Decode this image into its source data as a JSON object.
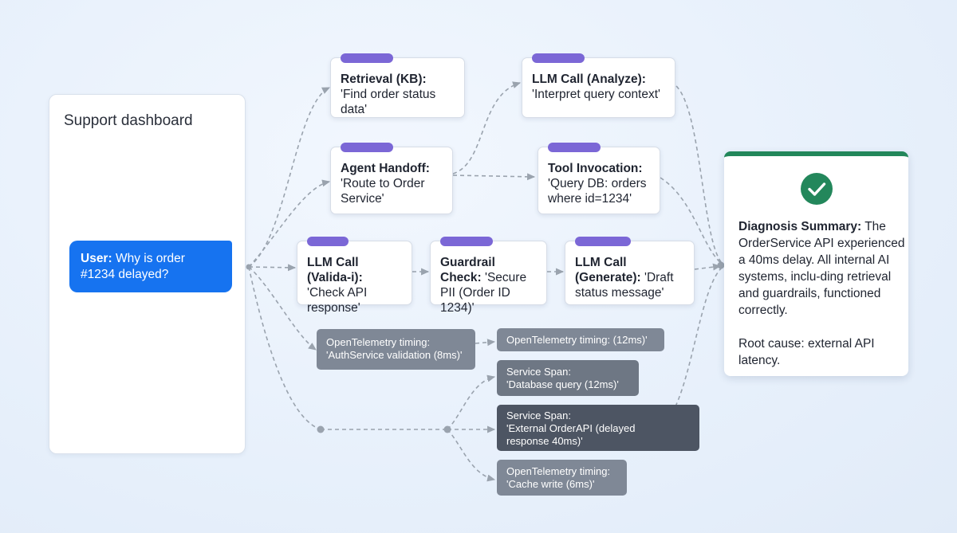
{
  "dashboard": {
    "title": "Support dashboard"
  },
  "user_message": {
    "prefix": "User:",
    "text": " Why is order #1234 delayed?"
  },
  "steps": [
    {
      "id": "retrieval",
      "title": "Retrieval (KB):",
      "text": " 'Find order status data'"
    },
    {
      "id": "analyze",
      "title": "LLM Call (Analyze):",
      "text": " 'Interpret query context'"
    },
    {
      "id": "handoff",
      "title": "Agent Handoff:",
      "text": " 'Route to Order Service'"
    },
    {
      "id": "tool",
      "title": "Tool Invocation:",
      "text": " 'Query DB: orders where id=1234'"
    },
    {
      "id": "validate",
      "title": "LLM Call (Valida-i):",
      "text": " 'Check API response'"
    },
    {
      "id": "guardrail",
      "title": "Guardrail Check:",
      "text": " 'Secure PII (Order ID 1234)'"
    },
    {
      "id": "generate",
      "title": "LLM Call (Generate):",
      "text": " 'Draft status message'"
    }
  ],
  "spans": [
    {
      "id": "auth",
      "line1": "OpenTelemetry timing:",
      "line2": "'AuthService validation (8ms)'"
    },
    {
      "id": "timing12",
      "line1": "OpenTelemetry timing: (12ms)'",
      "line2": ""
    },
    {
      "id": "dbquery",
      "line1": "Service Span:",
      "line2": "'Database query (12ms)'"
    },
    {
      "id": "orderapi",
      "line1": "Service Span:",
      "line2": "'External OrderAPI (delayed",
      "line3": "response 40ms)'"
    },
    {
      "id": "cache",
      "line1": "OpenTelemetry timing:",
      "line2": "'Cache write (6ms)'"
    }
  ],
  "summary": {
    "icon": "check-circle-icon",
    "title": "Diagnosis Summary:",
    "text": " The OrderService API experienced a 40ms delay. All internal AI systems, inclu-ding retrieval and guardrails, functioned correctly.",
    "root_cause": "Root cause: external API latency."
  },
  "colors": {
    "accent": "#1673f0",
    "tab": "#7b67d6",
    "success": "#22875a",
    "connector": "#9aa3ae"
  }
}
